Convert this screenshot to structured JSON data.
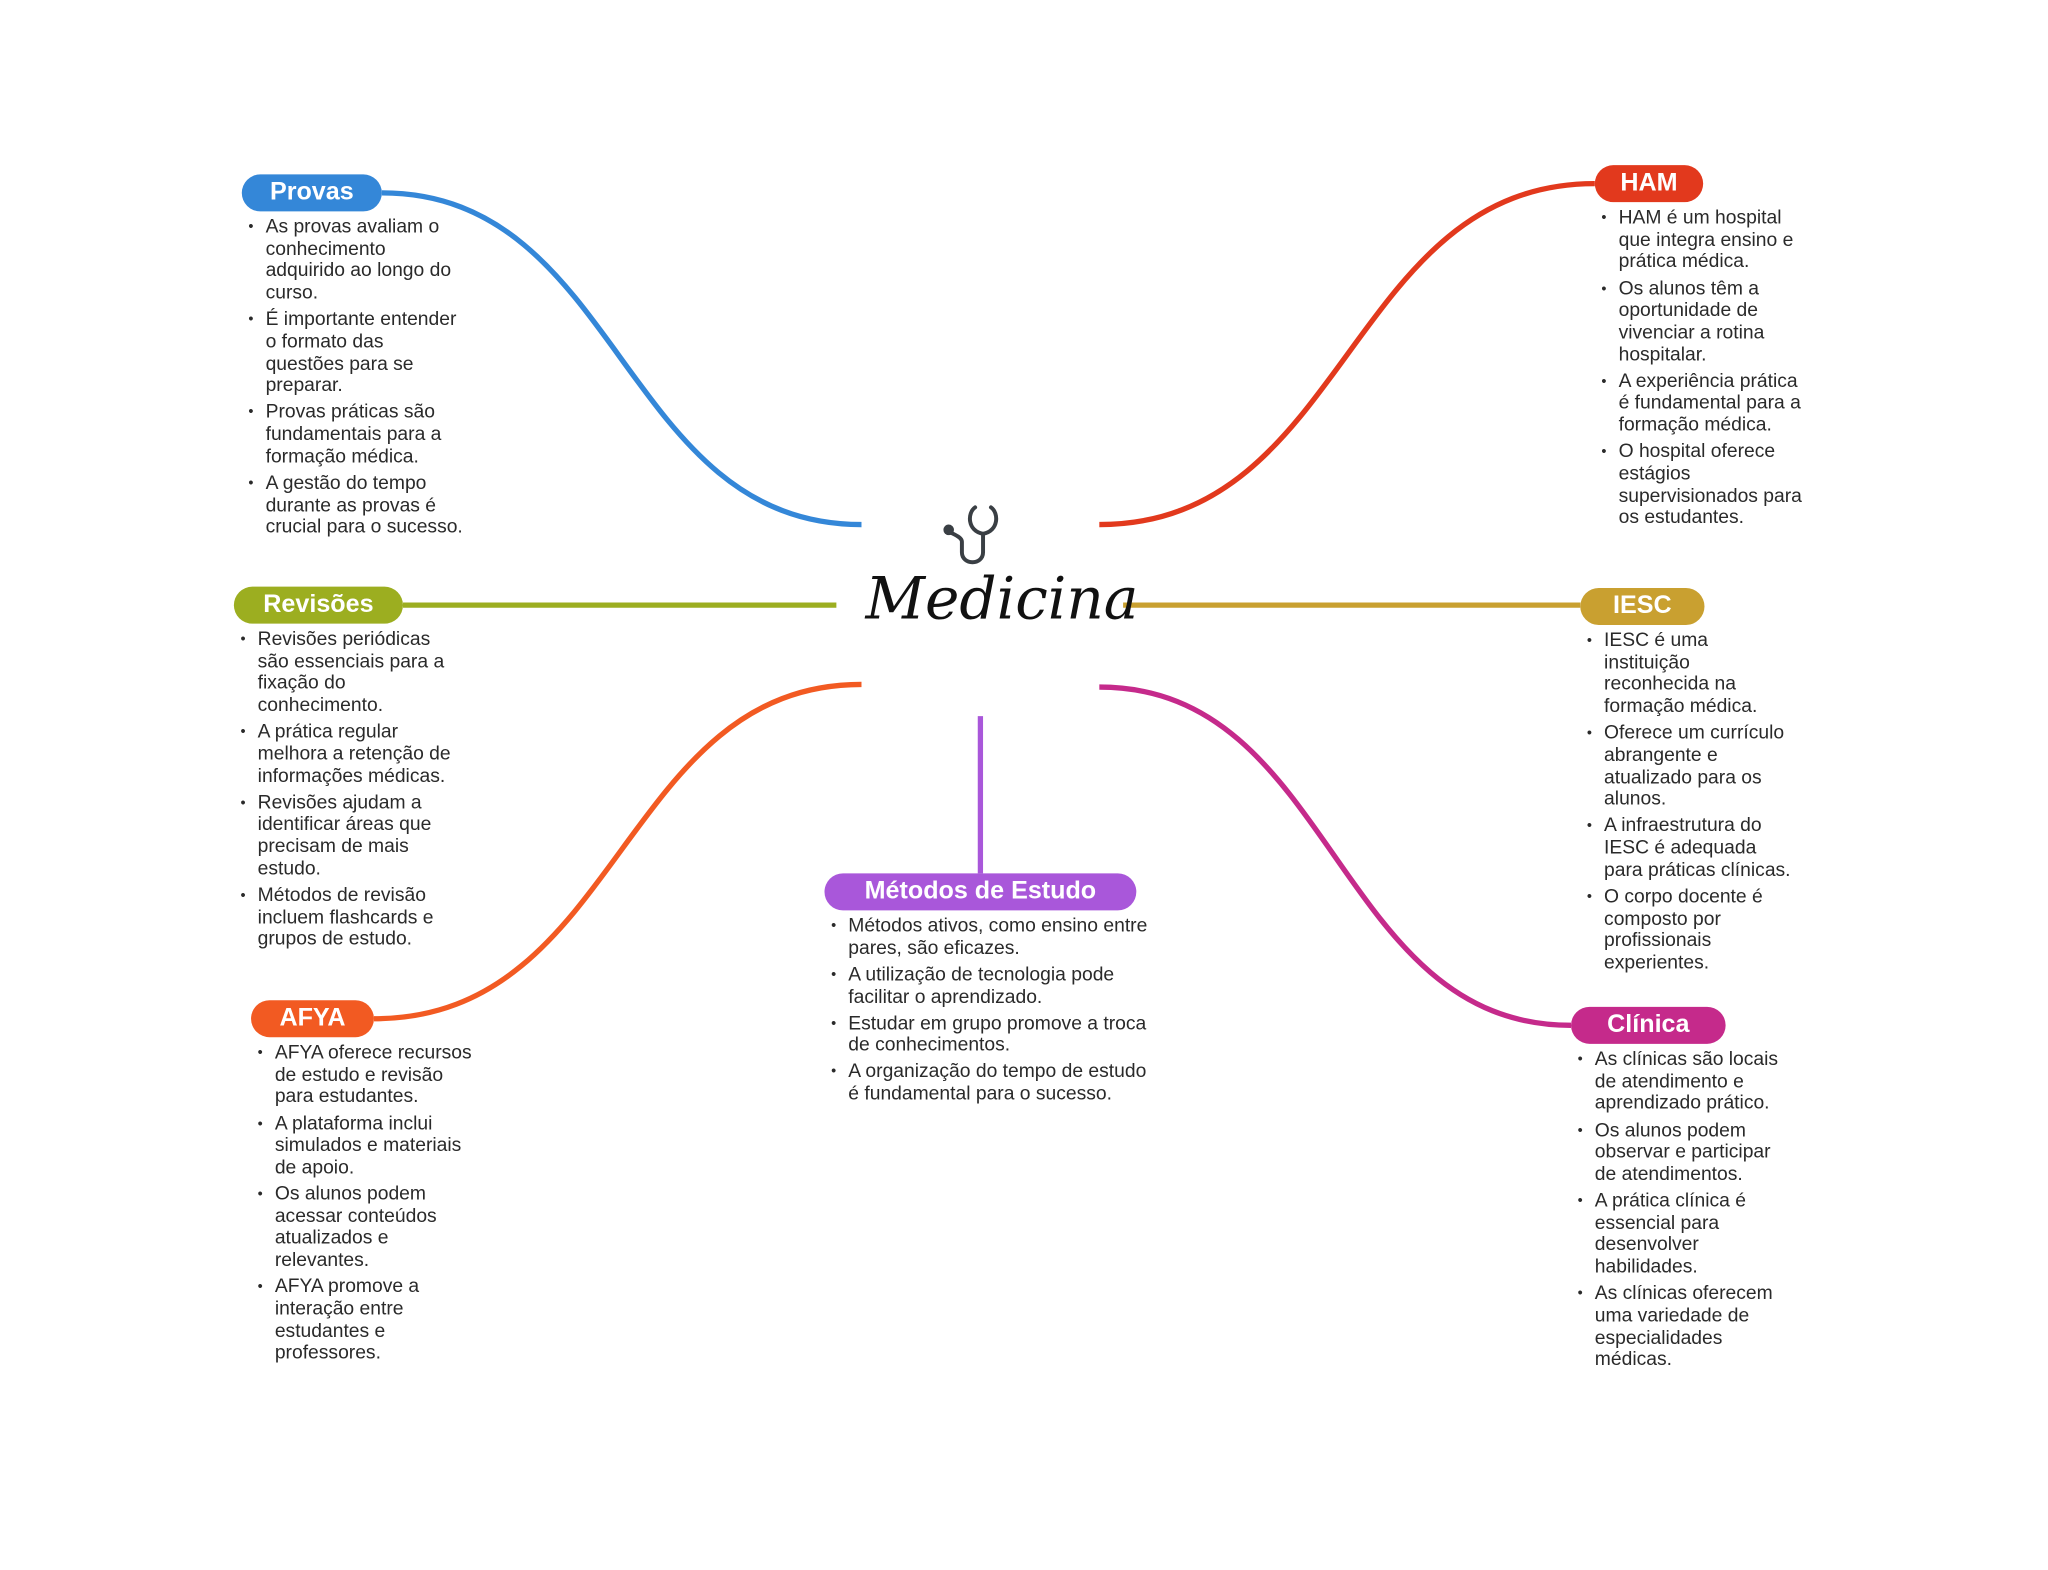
{
  "center": {
    "title": "Medicina",
    "icon": "stethoscope-icon"
  },
  "colors": {
    "provas": "#3487d8",
    "revisoes": "#9cae20",
    "afya": "#f25a22",
    "metodos": "#a957da",
    "ham": "#e2391d",
    "iesc": "#c9a030",
    "clinica": "#c52a8b"
  },
  "branches": {
    "provas": {
      "label": "Provas",
      "notes": [
        "As provas avaliam o conhecimento adquirido ao longo do curso.",
        "É importante entender o formato das questões para se preparar.",
        "Provas práticas são fundamentais para a formação médica.",
        "A gestão do tempo durante as provas é crucial para o sucesso."
      ]
    },
    "revisoes": {
      "label": "Revisões",
      "notes": [
        "Revisões periódicas são essenciais para a fixação do conhecimento.",
        "A prática regular melhora a retenção de informações médicas.",
        "Revisões ajudam a identificar áreas que precisam de mais estudo.",
        "Métodos de revisão incluem flashcards e grupos de estudo."
      ]
    },
    "afya": {
      "label": "AFYA",
      "notes": [
        "AFYA oferece recursos de estudo e revisão para estudantes.",
        "A plataforma inclui simulados e materiais de apoio.",
        "Os alunos podem acessar conteúdos atualizados e relevantes.",
        "AFYA promove a interação entre estudantes e professores."
      ]
    },
    "metodos": {
      "label": "Métodos de Estudo",
      "notes": [
        "Métodos ativos, como ensino entre pares, são eficazes.",
        "A utilização de tecnologia pode facilitar o aprendizado.",
        "Estudar em grupo promove a troca de conhecimentos.",
        "A organização do tempo de estudo é fundamental para o sucesso."
      ]
    },
    "ham": {
      "label": "HAM",
      "notes": [
        "HAM é um hospital que integra ensino e prática médica.",
        "Os alunos têm a oportunidade de vivenciar a rotina hospitalar.",
        "A experiência prática é fundamental para a formação médica.",
        "O hospital oferece estágios supervisionados para os estudantes."
      ]
    },
    "iesc": {
      "label": "IESC",
      "notes": [
        "IESC é uma instituição reconhecida na formação médica.",
        "Oferece um currículo abrangente e atualizado para os alunos.",
        "A infraestrutura do IESC é adequada para práticas clínicas.",
        "O corpo docente é composto por profissionais experientes."
      ]
    },
    "clinica": {
      "label": "Clínica",
      "notes": [
        "As clínicas são locais de atendimento e aprendizado prático.",
        "Os alunos podem observar e participar de atendimentos.",
        "A prática clínica é essencial para desenvolver habilidades.",
        "As clínicas oferecem uma variedade de especialidades médicas."
      ]
    }
  }
}
